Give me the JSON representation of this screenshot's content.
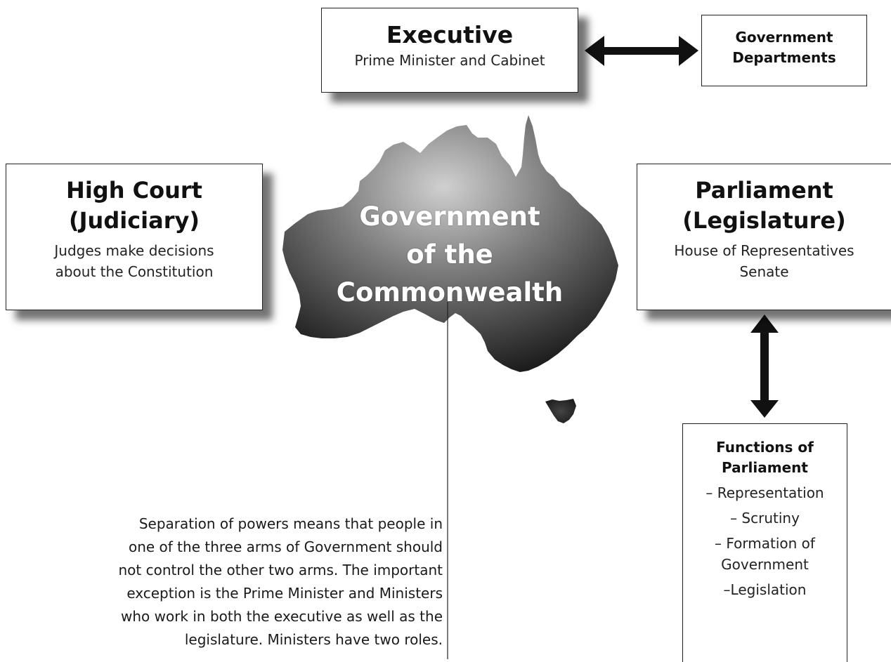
{
  "executive": {
    "title": "Executive",
    "subtitle": "Prime Minister and Cabinet"
  },
  "departments": {
    "line1": "Government",
    "line2": "Departments"
  },
  "high_court": {
    "title_line1": "High Court",
    "title_line2": "(Judiciary)",
    "desc_line1": "Judges make decisions",
    "desc_line2": "about the Constitution"
  },
  "map": {
    "line1": "Government",
    "line2": "of the",
    "line3": "Commonwealth"
  },
  "parliament": {
    "title_line1": "Parliament",
    "title_line2": "(Legislature)",
    "desc_line1": "House of Representatives",
    "desc_line2": "Senate"
  },
  "functions": {
    "title_line1": "Functions of",
    "title_line2": "Parliament",
    "items": [
      "– Representation",
      "– Scrutiny",
      "– Formation of Government",
      "–Legislation"
    ]
  },
  "separation": {
    "lines": [
      "Separation of powers means that people in",
      "one of the three arms of Government should",
      "not control the other two arms. The important",
      "exception is the Prime Minister and Ministers",
      "who work in both the executive as well as the",
      "legislature. Ministers have two roles."
    ]
  },
  "colors": {
    "map_light": "#c8c8c8",
    "map_dark": "#1e1e1e",
    "arrow": "#111111"
  }
}
